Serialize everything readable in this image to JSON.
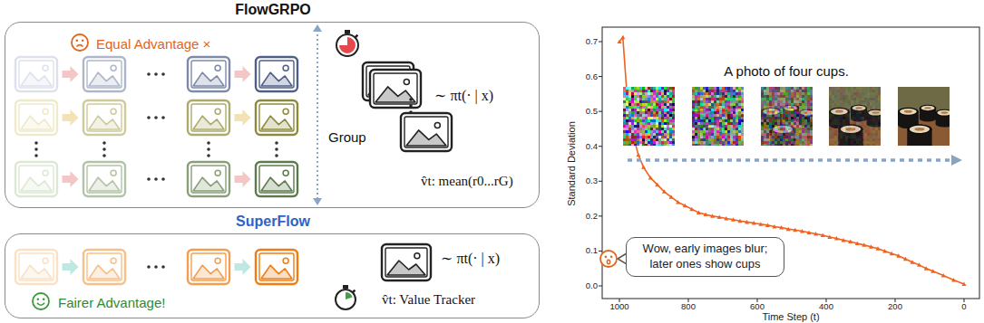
{
  "diagram": {
    "nodes": [
      {
        "text": [
          "FlowGRPO",
          "Equal Advantage ×",
          "Group",
          "∼ πt(· | x)",
          "v̂t: mean(r0...rG)"
        ]
      },
      {
        "text": [
          "SuperFlow",
          "Fairer Advantage!",
          "∼ πt(· | x)",
          "v̂t: Value Tracker"
        ]
      },
      {
        "text": [
          "Wow, early images blur; later ones show cups"
        ]
      }
    ],
    "labels": [
      "A photo of four cups.",
      "Standard Deviation",
      "Time Step (t)",
      "0.0",
      "0.1",
      "0.2",
      "0.3",
      "0.4",
      "0.5",
      "0.6",
      "0.7",
      "1000",
      "800",
      "600",
      "400",
      "200",
      "0"
    ]
  }
}
